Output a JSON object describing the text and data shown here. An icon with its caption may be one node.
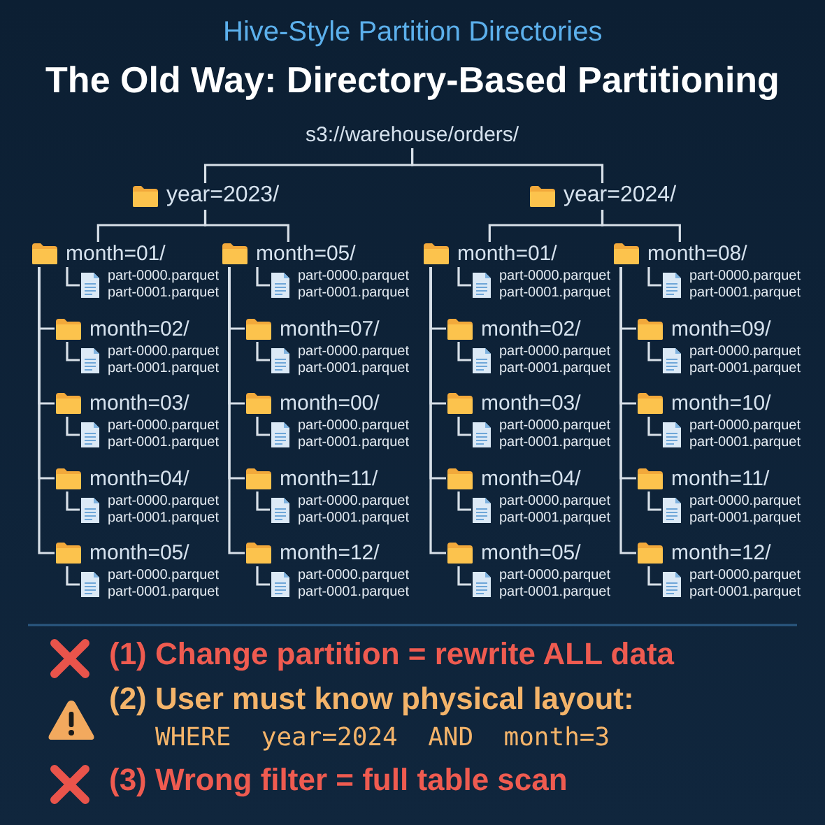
{
  "diagram": {
    "title": "The Old Way: Directory-Based Partitioning",
    "nodes": [
      {
        "text": [
          "s3://warehouse/orders/"
        ]
      },
      {
        "text": [
          "year=2023/"
        ]
      },
      {
        "text": [
          "year=2024/"
        ]
      },
      {
        "text": [
          "month=01/"
        ]
      },
      {
        "text": [
          "part-0000.parquet",
          "part-0001.parquet"
        ]
      },
      {
        "text": [
          "month=02/"
        ]
      },
      {
        "text": [
          "part-0000.parquet",
          "part-0001.parquet"
        ]
      },
      {
        "text": [
          "month=03/"
        ]
      },
      {
        "text": [
          "part-0000.parquet",
          "part-0001.parquet"
        ]
      },
      {
        "text": [
          "month=04/"
        ]
      },
      {
        "text": [
          "part-0000.parquet",
          "part-0001.parquet"
        ]
      },
      {
        "text": [
          "month=05/"
        ]
      },
      {
        "text": [
          "part-0000.parquet",
          "part-0001.parquet"
        ]
      },
      {
        "text": [
          "month=05/"
        ]
      },
      {
        "text": [
          "part-0000.parquet",
          "part-0001.parquet"
        ]
      },
      {
        "text": [
          "month=07/"
        ]
      },
      {
        "text": [
          "part-0000.parquet",
          "part-0001.parquet"
        ]
      },
      {
        "text": [
          "month=00/"
        ]
      },
      {
        "text": [
          "part-0000.parquet",
          "part-0001.parquet"
        ]
      },
      {
        "text": [
          "month=11/"
        ]
      },
      {
        "text": [
          "part-0000.parquet",
          "part-0001.parquet"
        ]
      },
      {
        "text": [
          "month=12/"
        ]
      },
      {
        "text": [
          "part-0000.parquet",
          "part-0001.parquet"
        ]
      },
      {
        "text": [
          "month=01/"
        ]
      },
      {
        "text": [
          "part-0000.parquet",
          "part-0001.parquet"
        ]
      },
      {
        "text": [
          "month=02/"
        ]
      },
      {
        "text": [
          "part-0000.parquet",
          "part-0001.parquet"
        ]
      },
      {
        "text": [
          "month=03/"
        ]
      },
      {
        "text": [
          "part-0000.parquet",
          "part-0001.parquet"
        ]
      },
      {
        "text": [
          "month=04/"
        ]
      },
      {
        "text": [
          "part-0000.parquet",
          "part-0001.parquet"
        ]
      },
      {
        "text": [
          "month=05/"
        ]
      },
      {
        "text": [
          "part-0000.parquet",
          "part-0001.parquet"
        ]
      },
      {
        "text": [
          "month=08/"
        ]
      },
      {
        "text": [
          "part-0000.parquet",
          "part-0001.parquet"
        ]
      },
      {
        "text": [
          "month=09/"
        ]
      },
      {
        "text": [
          "part-0000.parquet",
          "part-0001.parquet"
        ]
      },
      {
        "text": [
          "month=10/"
        ]
      },
      {
        "text": [
          "part-0000.parquet",
          "part-0001.parquet"
        ]
      },
      {
        "text": [
          "month=11/"
        ]
      },
      {
        "text": [
          "part-0000.parquet",
          "part-0001.parquet"
        ]
      },
      {
        "text": [
          "month=12/"
        ]
      },
      {
        "text": [
          "part-0000.parquet",
          "part-0001.parquet"
        ]
      }
    ],
    "edges": [
      {
        "from": 0,
        "to": 1,
        "arrow": "none"
      },
      {
        "from": 0,
        "to": 2,
        "arrow": "none"
      },
      {
        "from": 1,
        "to": 3,
        "arrow": "none"
      },
      {
        "from": 1,
        "to": 13,
        "arrow": "none"
      },
      {
        "from": 2,
        "to": 23,
        "arrow": "none"
      },
      {
        "from": 2,
        "to": 33,
        "arrow": "none"
      },
      {
        "from": 3,
        "to": 5,
        "arrow": "none"
      },
      {
        "from": 3,
        "to": 7,
        "arrow": "none"
      },
      {
        "from": 3,
        "to": 9,
        "arrow": "none"
      },
      {
        "from": 3,
        "to": 11,
        "arrow": "none"
      },
      {
        "from": 13,
        "to": 15,
        "arrow": "none"
      },
      {
        "from": 13,
        "to": 17,
        "arrow": "none"
      },
      {
        "from": 13,
        "to": 19,
        "arrow": "none"
      },
      {
        "from": 13,
        "to": 21,
        "arrow": "none"
      },
      {
        "from": 23,
        "to": 25,
        "arrow": "none"
      },
      {
        "from": 23,
        "to": 27,
        "arrow": "none"
      },
      {
        "from": 23,
        "to": 29,
        "arrow": "none"
      },
      {
        "from": 23,
        "to": 31,
        "arrow": "none"
      },
      {
        "from": 33,
        "to": 35,
        "arrow": "none"
      },
      {
        "from": 33,
        "to": 37,
        "arrow": "none"
      },
      {
        "from": 33,
        "to": 39,
        "arrow": "none"
      },
      {
        "from": 33,
        "to": 41,
        "arrow": "none"
      },
      {
        "from": 3,
        "to": 4,
        "arrow": "none"
      },
      {
        "from": 5,
        "to": 6,
        "arrow": "none"
      },
      {
        "from": 7,
        "to": 8,
        "arrow": "none"
      },
      {
        "from": 9,
        "to": 10,
        "arrow": "none"
      },
      {
        "from": 11,
        "to": 12,
        "arrow": "none"
      },
      {
        "from": 13,
        "to": 14,
        "arrow": "none"
      },
      {
        "from": 15,
        "to": 16,
        "arrow": "none"
      },
      {
        "from": 17,
        "to": 18,
        "arrow": "none"
      },
      {
        "from": 19,
        "to": 20,
        "arrow": "none"
      },
      {
        "from": 21,
        "to": 22,
        "arrow": "none"
      },
      {
        "from": 23,
        "to": 24,
        "arrow": "none"
      },
      {
        "from": 25,
        "to": 26,
        "arrow": "none"
      },
      {
        "from": 27,
        "to": 28,
        "arrow": "none"
      },
      {
        "from": 29,
        "to": 30,
        "arrow": "none"
      },
      {
        "from": 31,
        "to": 32,
        "arrow": "none"
      },
      {
        "from": 33,
        "to": 34,
        "arrow": "none"
      },
      {
        "from": 35,
        "to": 36,
        "arrow": "none"
      },
      {
        "from": 37,
        "to": 38,
        "arrow": "none"
      },
      {
        "from": 39,
        "to": 40,
        "arrow": "none"
      },
      {
        "from": 41,
        "to": 42,
        "arrow": "none"
      }
    ],
    "labels": [
      "Hive-Style Partition Directories",
      "(1) Change partition = rewrite ALL data",
      "(2) User must know physical layout:",
      "WHERE  year=2024  AND  month=3",
      "(3) Wrong filter = full table scan"
    ]
  }
}
